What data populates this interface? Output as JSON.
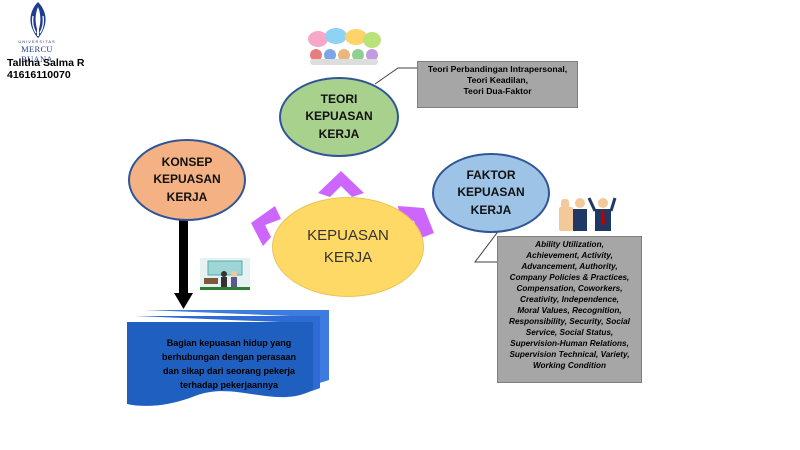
{
  "logo": {
    "university": "UNIVERSITAS",
    "name": "MERCU BUANA"
  },
  "author": {
    "name": "Talitha Salma R",
    "id": "41616110070"
  },
  "nodes": {
    "center": "KEPUASAN\nKERJA",
    "teori": "TEORI\nKEPUASAN\nKERJA",
    "konsep": "KONSEP\nKEPUASAN\nKERJA",
    "faktor": "FAKTOR\nKEPUASAN\nKERJA"
  },
  "teori_box": "Teori Perbandingan Intrapersonal,\nTeori Keadilan,\nTeori Dua-Faktor",
  "faktor_box": "Ability Utilization,\nAchievement, Activity,\nAdvancement, Authority,\nCompany Policies & Practices,\nCompensation, Coworkers,\nCreativity, Independence,\nMoral Values, Recognition,\nResponsibility, Security, Social\nService, Social Status,\nSupervision-Human Relations,\nSupervision Technical, Variety,\nWorking Condition",
  "definition": "Bagian kepuasan hidup yang\nberhubungan dengan perasaan\ndan sikap dari seorang pekerja\nterhadap pekerjaannya",
  "icons": {
    "logo": "flame-logo-icon",
    "speech": "speech-bubbles-icon",
    "business": "business-people-icon",
    "meeting": "office-meeting-icon"
  },
  "colors": {
    "center": "#ffd966",
    "teori": "#a9d18e",
    "konsep": "#f4b183",
    "faktor": "#9dc3e6",
    "chevron": "#cc66ff",
    "box": "#a6a6a6",
    "definition": "#1f5fbf"
  }
}
